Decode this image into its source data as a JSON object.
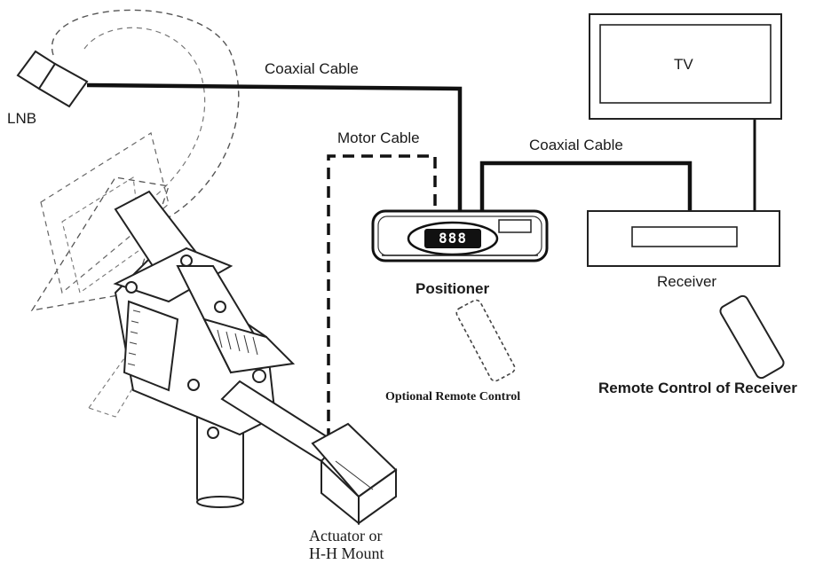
{
  "labels": {
    "lnb": "LNB",
    "coax_top": "Coaxial Cable",
    "motor_cable": "Motor Cable",
    "coax_mid": "Coaxial Cable",
    "tv": "TV",
    "display": "888",
    "positioner": "Positioner",
    "receiver": "Receiver",
    "optional_remote": "Optional Remote Control",
    "receiver_remote": "Remote Control of Receiver",
    "actuator_line1": "Actuator or",
    "actuator_line2": "H-H Mount"
  }
}
